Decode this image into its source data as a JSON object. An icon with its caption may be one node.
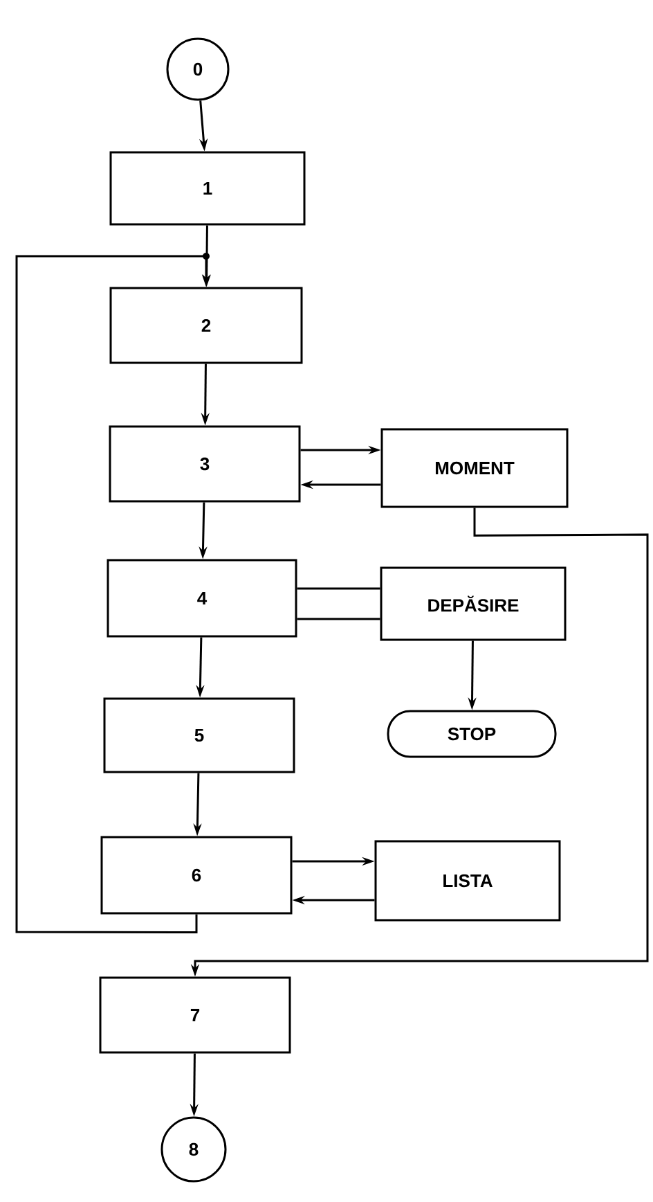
{
  "diagram": {
    "nodes": [
      {
        "text": [
          "0"
        ]
      },
      {
        "text": [
          "1"
        ]
      },
      {
        "text": [
          "2"
        ]
      },
      {
        "text": [
          "3"
        ]
      },
      {
        "text": [
          "MOMENT"
        ]
      },
      {
        "text": [
          "4"
        ]
      },
      {
        "text": [
          "DEPĂSIRE"
        ]
      },
      {
        "text": [
          "5"
        ]
      },
      {
        "text": [
          "STOP"
        ]
      },
      {
        "text": [
          "6"
        ]
      },
      {
        "text": [
          "LISTA"
        ]
      },
      {
        "text": [
          "7"
        ]
      },
      {
        "text": [
          "8"
        ]
      }
    ],
    "edges": [
      {
        "from": 0,
        "to": 1,
        "arrow": "to"
      },
      {
        "from": 1,
        "to": 2,
        "arrow": "to"
      },
      {
        "from": 2,
        "to": 3,
        "arrow": "to"
      },
      {
        "from": 3,
        "to": 4,
        "arrow": "to"
      },
      {
        "from": 4,
        "to": 3,
        "arrow": "to"
      },
      {
        "from": 4,
        "to": 11,
        "arrow": "to"
      },
      {
        "from": 3,
        "to": 5,
        "arrow": "to"
      },
      {
        "from": 5,
        "to": 6,
        "arrow": "none"
      },
      {
        "from": 5,
        "to": 6,
        "arrow": "none"
      },
      {
        "from": 6,
        "to": 8,
        "arrow": "to"
      },
      {
        "from": 5,
        "to": 7,
        "arrow": "to"
      },
      {
        "from": 7,
        "to": 9,
        "arrow": "to"
      },
      {
        "from": 9,
        "to": 10,
        "arrow": "to"
      },
      {
        "from": 10,
        "to": 9,
        "arrow": "to"
      },
      {
        "from": 9,
        "to": 2,
        "arrow": "to"
      },
      {
        "from": 11,
        "to": 12,
        "arrow": "to"
      }
    ]
  }
}
